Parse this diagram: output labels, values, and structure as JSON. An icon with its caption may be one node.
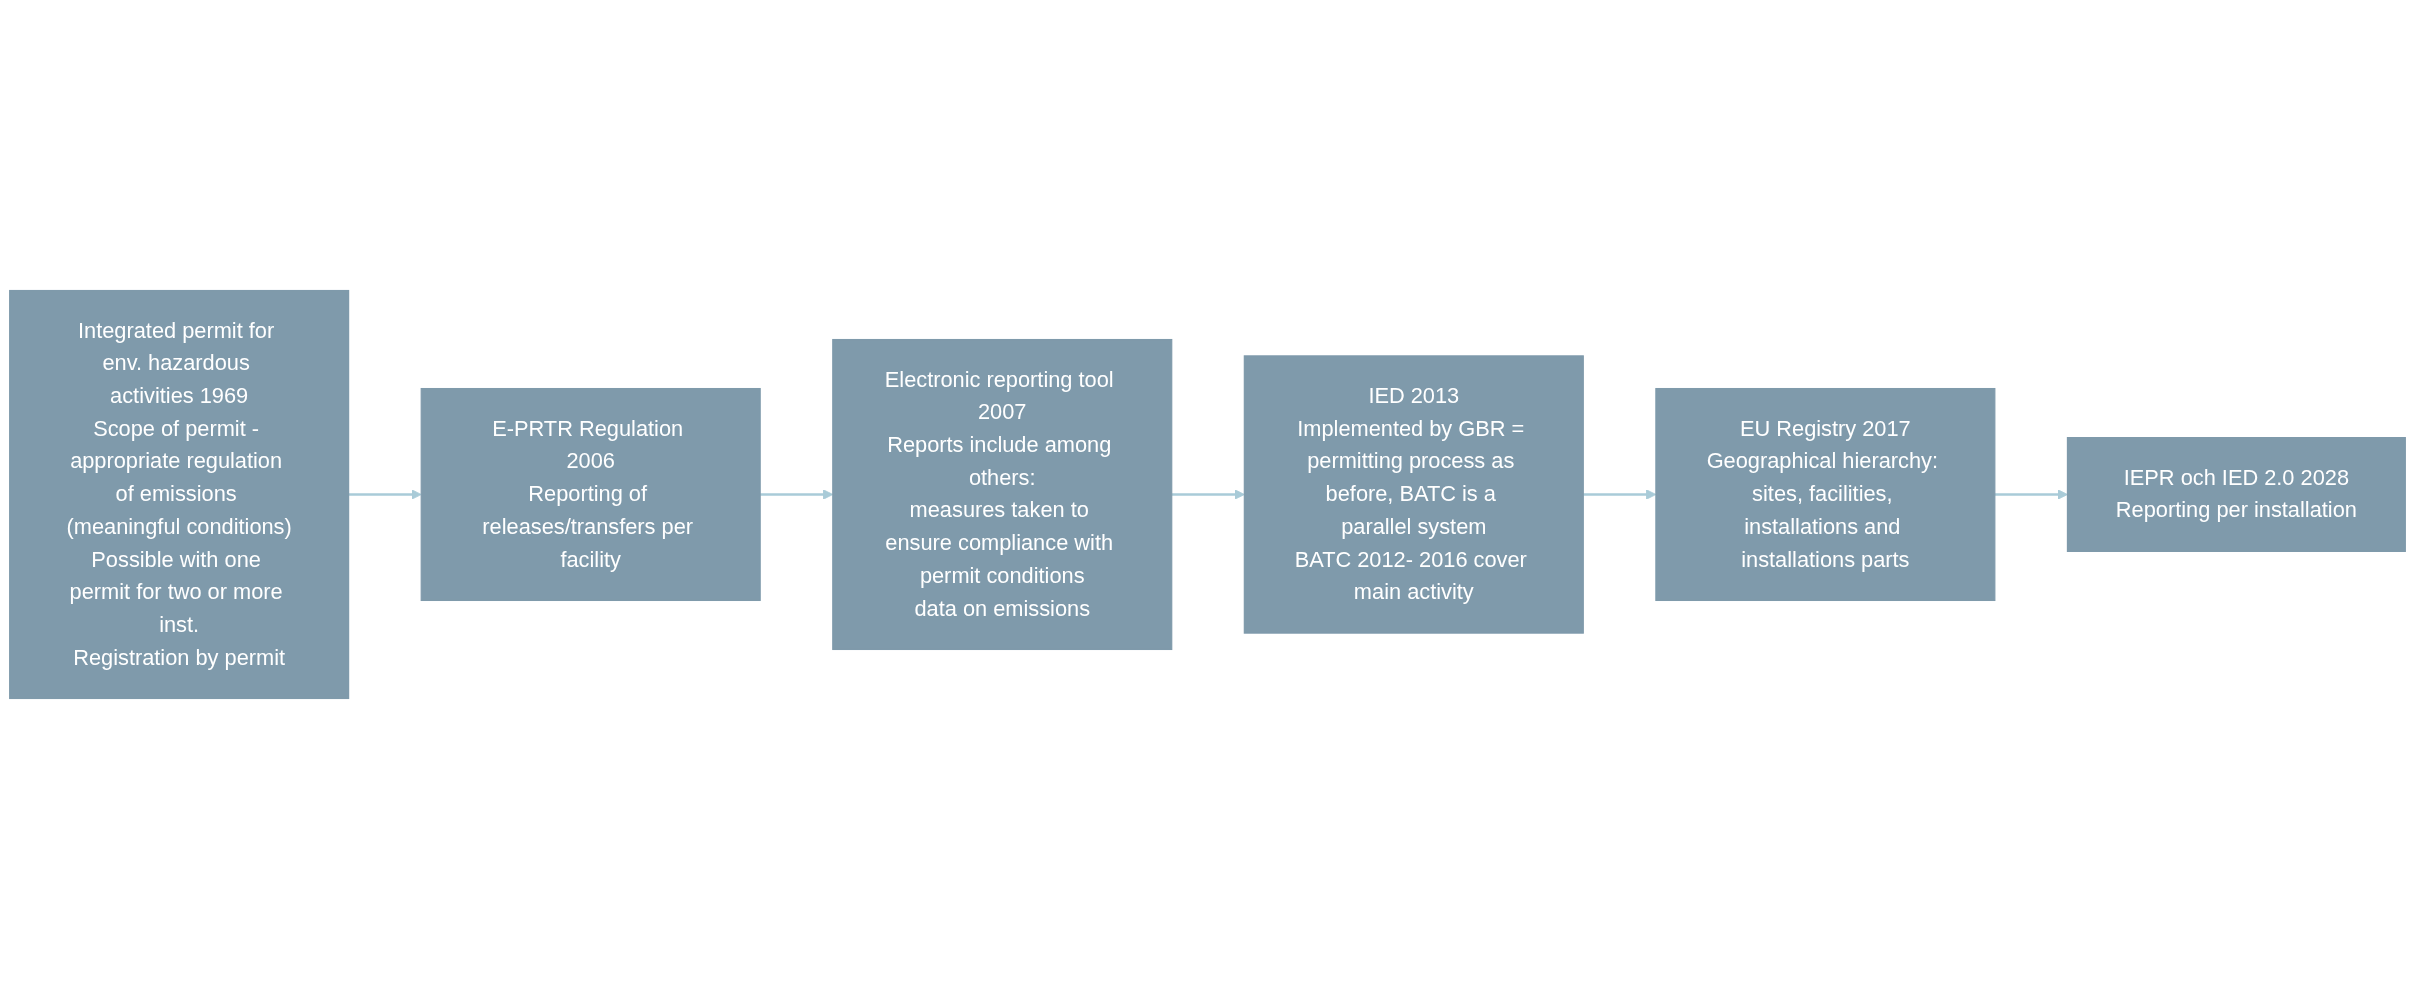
{
  "diagram": {
    "nodes": [
      {
        "text": [
          "Integrated permit for env. hazardous activities 1969",
          "Scope of permit - appropriate regulation of emissions (meaningful conditions)",
          "Possible with one permit for two or more inst.",
          "Registration by permit"
        ]
      },
      {
        "text": [
          "E-PRTR Regulation 2006",
          "Reporting of releases/transfers per facility"
        ]
      },
      {
        "text": [
          "Electronic reporting tool 2007",
          "Reports include among others:",
          "measures taken to ensure compliance with permit conditions",
          "data on emissions"
        ]
      },
      {
        "text": [
          "IED 2013",
          "Implemented by GBR = permitting process as before, BATC is a parallel system",
          "BATC 2012- 2016 cover main activity"
        ]
      },
      {
        "text": [
          "EU Registry 2017",
          "Geographical hierarchy: sites, facilities, installations and installations parts"
        ]
      },
      {
        "text": [
          "IEPR och IED 2.0 2028",
          "Reporting per installation"
        ]
      }
    ],
    "edges": [
      {
        "from": 0,
        "to": 1,
        "arrow": "to"
      },
      {
        "from": 1,
        "to": 2,
        "arrow": "to"
      },
      {
        "from": 2,
        "to": 3,
        "arrow": "to"
      },
      {
        "from": 3,
        "to": 4,
        "arrow": "to"
      },
      {
        "from": 4,
        "to": 5,
        "arrow": "to"
      }
    ]
  }
}
